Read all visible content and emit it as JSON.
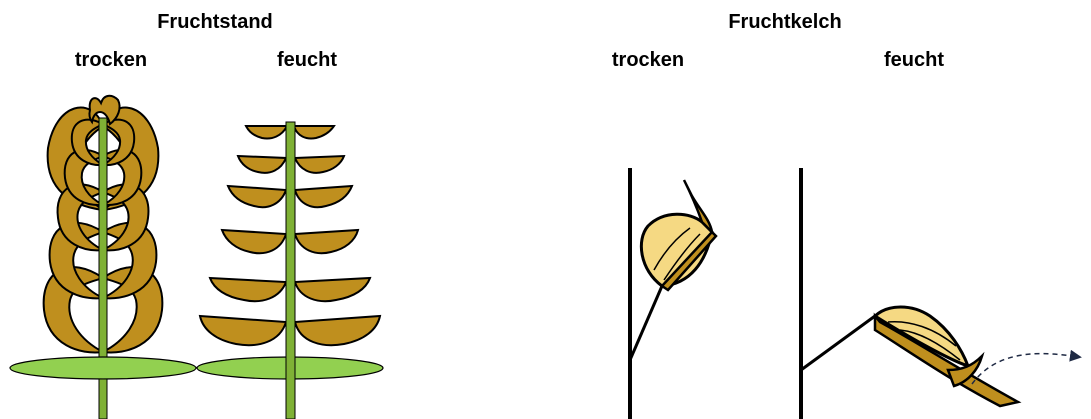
{
  "left_panel": {
    "title": "Fruchtstand",
    "dry_label": "trocken",
    "wet_label": "feucht"
  },
  "right_panel": {
    "title": "Fruchtkelch",
    "dry_label": "trocken",
    "wet_label": "feucht"
  },
  "colors": {
    "stem": "#7fb135",
    "disc": "#92d050",
    "fruit": "#bf8f1e",
    "fruit_light": "#f5d983",
    "outline": "#000000",
    "arrow": "#1f2a44"
  }
}
